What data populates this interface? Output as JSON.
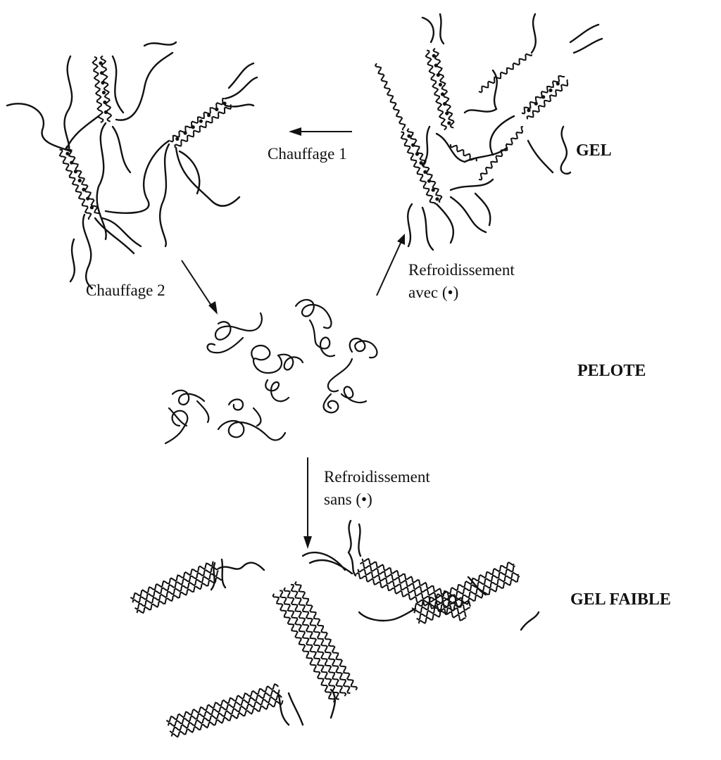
{
  "diagram": {
    "states": {
      "gel": "GEL",
      "pelote": "PELOTE",
      "gel_faible": "GEL FAIBLE"
    },
    "transitions": {
      "chauffage_1": "Chauffage 1",
      "chauffage_2": "Chauffage 2",
      "refroid_avec_line1": "Refroidissement",
      "refroid_avec_line2": "avec (•)",
      "refroid_sans_line1": "Refroidissement",
      "refroid_sans_line2": "sans (•)"
    },
    "ink_color": "#111111"
  }
}
